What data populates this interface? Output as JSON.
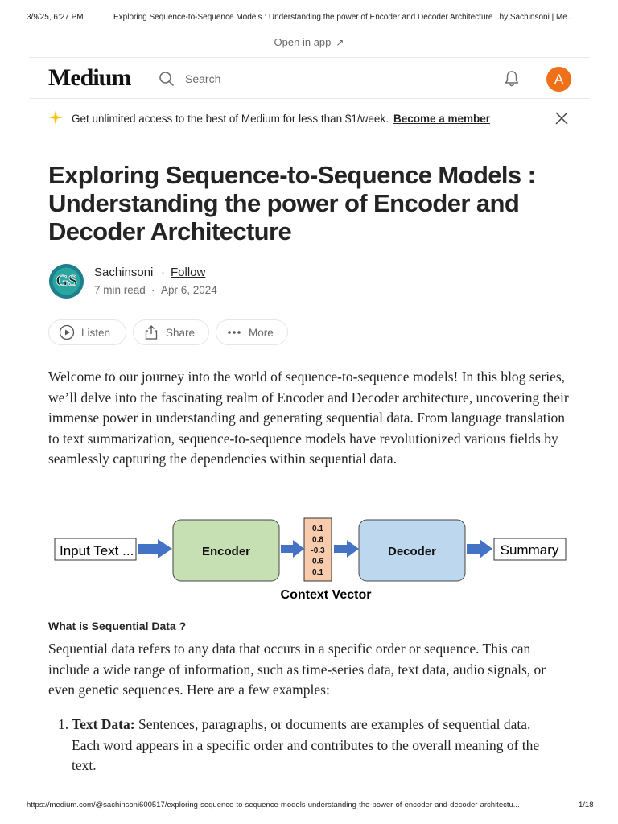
{
  "print_header": {
    "datetime": "3/9/25, 6:27 PM",
    "page_title": "Exploring Sequence-to-Sequence Models : Understanding the power of Encoder and Decoder Architecture | by Sachinsoni | Me..."
  },
  "open_in_app": "Open in app",
  "nav": {
    "logo": "Medium",
    "search_placeholder": "Search",
    "avatar_letter": "A"
  },
  "banner": {
    "text": "Get unlimited access to the best of Medium for less than $1/week.",
    "link": "Become a member"
  },
  "article": {
    "title": "Exploring Sequence-to-Sequence Models : Understanding the power of Encoder and Decoder Architecture",
    "author": {
      "name": "Sachinsoni",
      "follow_label": "Follow",
      "avatar_letters": "GS",
      "read_time": "7 min read",
      "date": "Apr 6, 2024",
      "separator": "·"
    },
    "actions": {
      "listen": "Listen",
      "share": "Share",
      "more": "More"
    },
    "intro": "Welcome to our journey into the world of sequence-to-sequence models! In this blog series, we’ll delve into the fascinating realm of Encoder and Decoder architecture, uncovering their immense power in understanding and generating sequential data. From language translation to text summarization, sequence-to-sequence models have revolutionized various fields by seamlessly capturing the dependencies within sequential data.",
    "diagram": {
      "input": "Input Text ...",
      "encoder": "Encoder",
      "vector_values": [
        "0.1",
        "0.8",
        "-0.3",
        "0.6",
        "0.1"
      ],
      "decoder": "Decoder",
      "output": "Summary",
      "caption": "Context Vector",
      "colors": {
        "encoder_fill": "#c6e0b4",
        "decoder_fill": "#bdd7ee",
        "vector_fill": "#f8cbad",
        "arrow_fill": "#4472c4"
      }
    },
    "subheading": "What is Sequential Data ?",
    "seq_paragraph": "Sequential data refers to any data that occurs in a specific order or sequence. This can include a wide range of information, such as time-series data, text data, audio signals, or even genetic sequences. Here are a few examples:",
    "list": [
      {
        "number": "1.",
        "term": "Text Data:",
        "text": " Sentences, paragraphs, or documents are examples of sequential data. Each word appears in a specific order and contributes to the overall meaning of the text."
      }
    ]
  },
  "print_footer": {
    "url": "https://medium.com/@sachinsoni600517/exploring-sequence-to-sequence-models-understanding-the-power-of-encoder-and-decoder-architectu...",
    "page": "1/18"
  },
  "colors": {
    "avatar_me": "#f07019",
    "author_avatar": "#1e7f8c",
    "star": "#f5c518"
  }
}
